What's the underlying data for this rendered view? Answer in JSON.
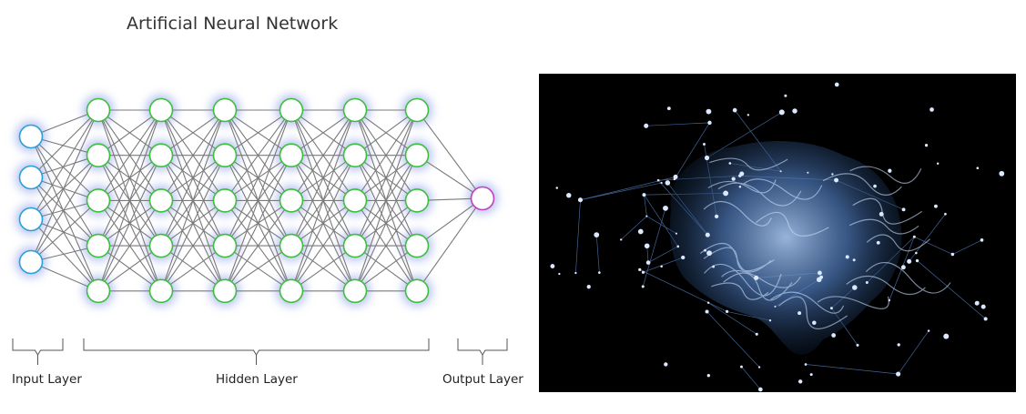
{
  "title": "Artificial Neural Network",
  "layers": {
    "input": {
      "label": "Input Layer",
      "nodes": 4,
      "color": "#2a9fd8"
    },
    "hidden": {
      "label": "Hidden Layer",
      "layers": 6,
      "nodes_per_layer": 5,
      "color": "#3cbf3c"
    },
    "output": {
      "label": "Output Layer",
      "nodes": 1,
      "color": "#c040c0"
    }
  },
  "image": {
    "subject": "brain-network-illustration"
  }
}
